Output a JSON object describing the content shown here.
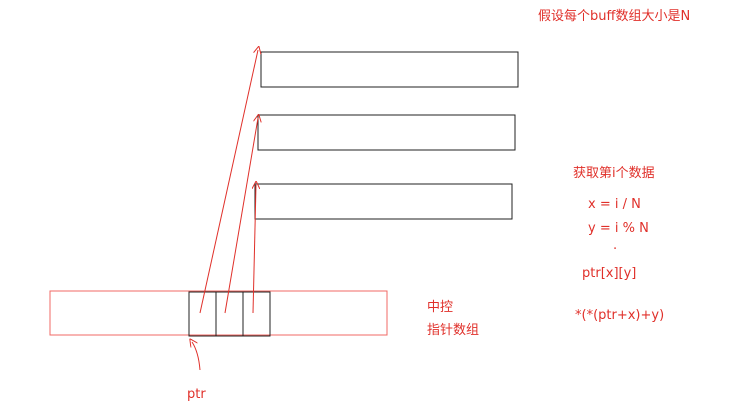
{
  "labels": {
    "assumption": "假设每个buff数组大小是N",
    "get_ith": "获取第i个数据",
    "x_formula": "x = i / N",
    "y_formula": "y = i % N",
    "dot": "·",
    "ptr_index": "ptr[x][y]",
    "ptr_deref": "*(*(ptr+x)+y)",
    "central_1": "中控",
    "central_2": "指针数组",
    "ptr": "ptr"
  },
  "colors": {
    "red": "#e0302a",
    "outline": "#222222",
    "light_red": "#f06a64"
  }
}
